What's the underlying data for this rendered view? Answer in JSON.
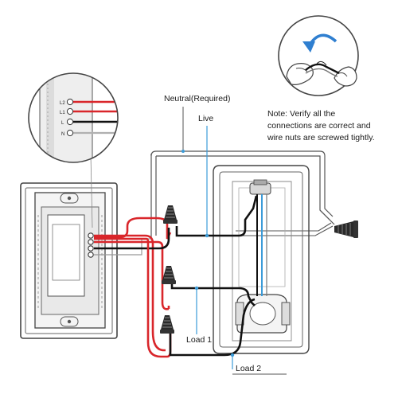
{
  "labels": {
    "neutral": "Neutral(Required)",
    "live": "Live",
    "load1": "Load 1",
    "load2": "Load 2"
  },
  "terminals": [
    "L2",
    "L1",
    "L",
    "N"
  ],
  "note": {
    "lines": [
      "Note: Verify all the",
      "connections are correct and",
      "wire nuts are screwed tightly."
    ]
  },
  "colors": {
    "red": "#d9262b",
    "black": "#111111",
    "blue": "#3b9bd8",
    "outline": "#555555",
    "device": "#444444",
    "nut": "#2a2a2a",
    "arrow": "#2f7fd0"
  },
  "icons": [
    "wire-twist-hands-icon",
    "wire-nut-icon",
    "magnifier-callout-icon"
  ]
}
